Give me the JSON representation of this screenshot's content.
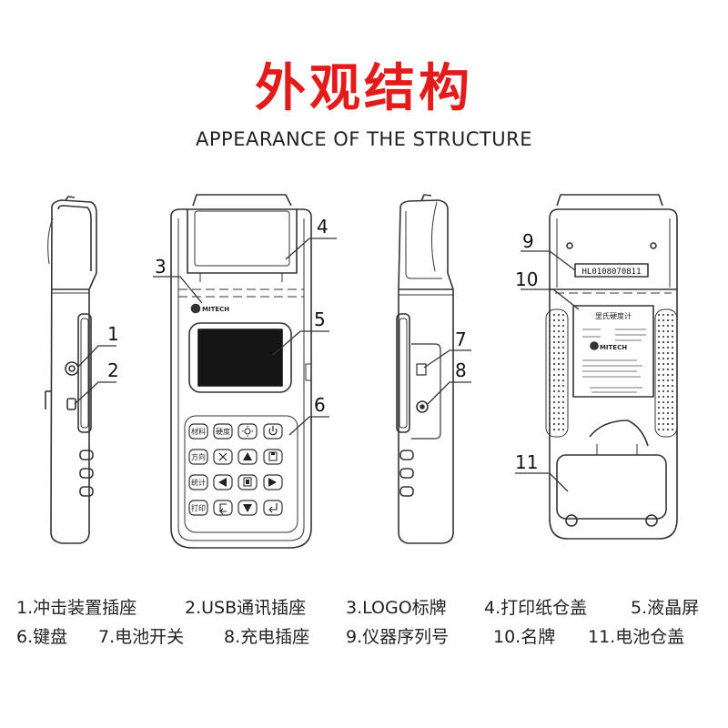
{
  "title_cn": "外观结构",
  "title_en": "APPEARANCE OF THE STRUCTURE",
  "callouts": [
    "1",
    "2",
    "3",
    "4",
    "5",
    "6",
    "7",
    "8",
    "9",
    "10",
    "11"
  ],
  "logo_text": "MITECH",
  "serial_number": "HL0108070811",
  "nameplate_title": "里氏硬度计",
  "keypad": {
    "row1": [
      "材料",
      "硬度"
    ],
    "row2": [
      "方向"
    ],
    "row3": [
      "统计"
    ],
    "row4": [
      "打印"
    ]
  },
  "legend": {
    "row1": [
      "1.冲击装置插座",
      "2.USB通讯插座",
      "3.LOGO标牌",
      "4.打印纸仓盖",
      "5.液晶屏"
    ],
    "row2": [
      "6.键盘",
      "7.电池开关",
      "8.充电插座",
      "9.仪器序列号",
      "10.名牌",
      "11.电池仓盖"
    ]
  }
}
